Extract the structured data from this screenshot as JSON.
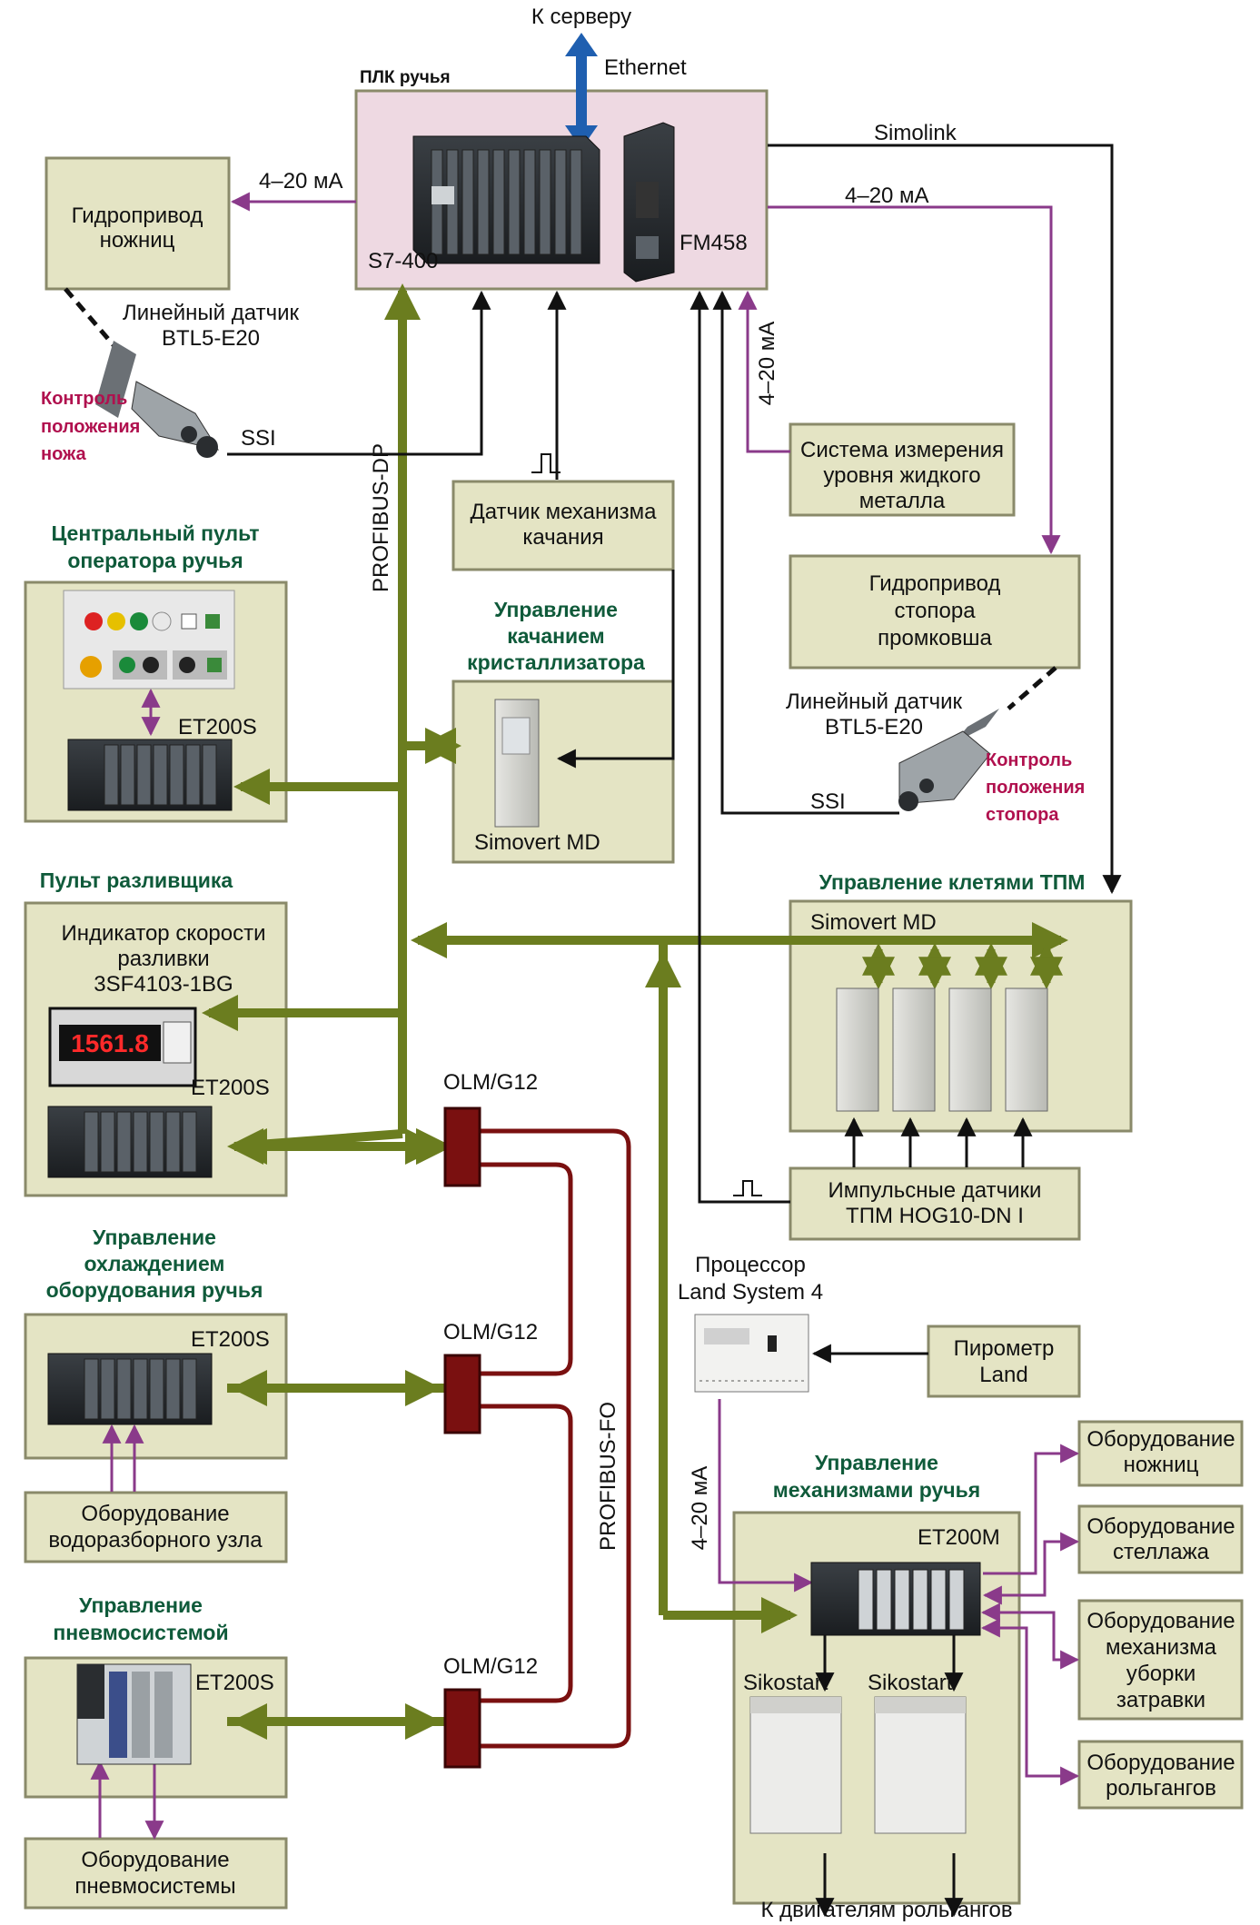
{
  "colors": {
    "box_fill": "#e4e4c4",
    "box_stroke": "#8a8a6a",
    "plc_fill": "#eed9e2",
    "profibus_dp": "#6b7d1f",
    "profibus_fo": "#7a1010",
    "analog_4_20": "#8a3a8a",
    "signal": "#111111",
    "ethernet": "#1f5fb0",
    "title_green": "#0f5a3a",
    "control_red": "#b0104e"
  },
  "top": {
    "server": "К серверу",
    "ethernet": "Ethernet"
  },
  "plc": {
    "title": "ПЛК ручья",
    "cpu": "S7-400",
    "fm": "FM458"
  },
  "links": {
    "simolink": "Simolink",
    "ma_right": "4–20 мА",
    "ma_vertical": "4–20 мА",
    "ma_left": "4–20 мА",
    "ssi_left": "SSI",
    "ssi_right": "SSI",
    "ma_land": "4–20 мА",
    "profibus_dp": "PROFIBUS-DP",
    "profibus_fo": "PROFIBUS-FO"
  },
  "shear_hydro": {
    "line1": "Гидропривод",
    "line2": "ножниц"
  },
  "sensor_left": {
    "line1": "Линейный датчик",
    "line2": "BTL5-E20",
    "ctl1": "Контроль",
    "ctl2": "положения",
    "ctl3": "ножа"
  },
  "central_panel": {
    "title1": "Центральный пульт",
    "title2": "оператора ручья",
    "et": "ET200S"
  },
  "oscillation_sensor": {
    "line1": "Датчик механизма",
    "line2": "качания"
  },
  "oscillation_ctrl": {
    "title1": "Управление",
    "title2": "качанием",
    "title3": "кристаллизатора",
    "drive": "Simovert MD"
  },
  "metal_level": {
    "line1": "Система измерения",
    "line2": "уровня жидкого",
    "line3": "металла"
  },
  "stopper_hydro": {
    "line1": "Гидропривод",
    "line2": "стопора",
    "line3": "промковша"
  },
  "sensor_right": {
    "line1": "Линейный датчик",
    "line2": "BTL5-E20",
    "ctl1": "Контроль",
    "ctl2": "положения",
    "ctl3": "стопора"
  },
  "caster_panel": {
    "title": "Пульт разливщика",
    "ind1": "Индикатор скорости",
    "ind2": "разливки",
    "ind3": "3SF4103-1BG",
    "et": "ET200S",
    "display": "1561.8"
  },
  "tpm_ctrl": {
    "title": "Управление клетями ТПМ",
    "drive": "Simovert  MD"
  },
  "pulse_sensors": {
    "line1": "Импульсные датчики",
    "line2": "ТПМ HOG10-DN I"
  },
  "olm": {
    "label1": "OLM/G12",
    "label2": "OLM/G12",
    "label3": "OLM/G12"
  },
  "cooling_ctrl": {
    "title1": "Управление",
    "title2": "охлаждением",
    "title3": "оборудования ручья",
    "et": "ET200S"
  },
  "water_equip": {
    "line1": "Оборудование",
    "line2": "водоразборного узла"
  },
  "land_proc": {
    "line1": "Процессор",
    "line2": "Land System  4"
  },
  "pyrometer": {
    "line1": "Пирометр",
    "line2": "Land"
  },
  "mech_ctrl": {
    "title1": "Управление",
    "title2": "механизмами ручья",
    "et": "ET200M",
    "soft1": "Sikostart",
    "soft2": "Sikostart"
  },
  "right_equip": {
    "e1": {
      "line1": "Оборудование",
      "line2": "ножниц"
    },
    "e2": {
      "line1": "Оборудование",
      "line2": "стеллажа"
    },
    "e3": {
      "line1": "Оборудование",
      "line2": "механизма",
      "line3": "уборки",
      "line4": "затравки"
    },
    "e4": {
      "line1": "Оборудование",
      "line2": "рольгангов"
    }
  },
  "pneumo_ctrl": {
    "title1": "Управление",
    "title2": "пневмосистемой",
    "et": "ET200S"
  },
  "pneumo_equip": {
    "line1": "Оборудование",
    "line2": "пневмосистемы"
  },
  "bottom": {
    "motors": "К двигателям рольгангов"
  }
}
